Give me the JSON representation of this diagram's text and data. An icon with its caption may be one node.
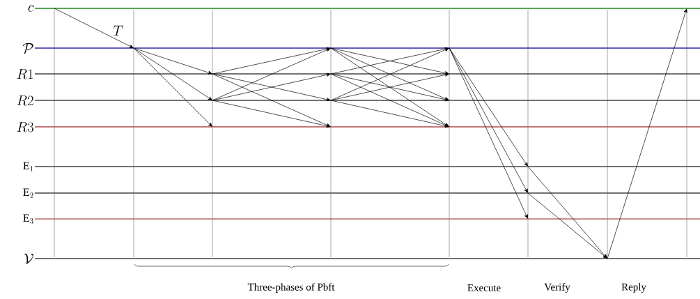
{
  "diagram": {
    "nodes": [
      {
        "text": [
          "c"
        ]
      },
      {
        "text": [
          "\\mathcal{P}"
        ]
      },
      {
        "text": [
          "R1"
        ]
      },
      {
        "text": [
          "R2"
        ]
      },
      {
        "text": [
          "R3"
        ]
      },
      {
        "text": [
          "\\mathrm{E}_1"
        ]
      },
      {
        "text": [
          "\\mathrm{E}_2"
        ]
      },
      {
        "text": [
          "\\mathrm{E}_3"
        ]
      },
      {
        "text": [
          "\\mathcal{V}"
        ]
      }
    ],
    "edges": [
      {
        "from": 0,
        "to": 1,
        "arrow": "to",
        "label": "T"
      },
      {
        "from": 1,
        "to": 2,
        "arrow": "to"
      },
      {
        "from": 1,
        "to": 3,
        "arrow": "to"
      },
      {
        "from": 1,
        "to": 4,
        "arrow": "to"
      },
      {
        "from": 2,
        "to": 1,
        "arrow": "to"
      },
      {
        "from": 2,
        "to": 3,
        "arrow": "to"
      },
      {
        "from": 2,
        "to": 4,
        "arrow": "to"
      },
      {
        "from": 3,
        "to": 1,
        "arrow": "to"
      },
      {
        "from": 3,
        "to": 2,
        "arrow": "to"
      },
      {
        "from": 3,
        "to": 4,
        "arrow": "to"
      },
      {
        "from": 1,
        "to": 2,
        "arrow": "to"
      },
      {
        "from": 1,
        "to": 3,
        "arrow": "to"
      },
      {
        "from": 1,
        "to": 4,
        "arrow": "to"
      },
      {
        "from": 2,
        "to": 1,
        "arrow": "to"
      },
      {
        "from": 2,
        "to": 3,
        "arrow": "to"
      },
      {
        "from": 2,
        "to": 4,
        "arrow": "to"
      },
      {
        "from": 3,
        "to": 1,
        "arrow": "to"
      },
      {
        "from": 3,
        "to": 2,
        "arrow": "to"
      },
      {
        "from": 3,
        "to": 4,
        "arrow": "to"
      },
      {
        "from": 1,
        "to": 5,
        "arrow": "to"
      },
      {
        "from": 1,
        "to": 6,
        "arrow": "to"
      },
      {
        "from": 1,
        "to": 7,
        "arrow": "to"
      },
      {
        "from": 5,
        "to": 8,
        "arrow": "to"
      },
      {
        "from": 6,
        "to": 8,
        "arrow": "to"
      },
      {
        "from": 8,
        "to": 0,
        "arrow": "to"
      }
    ],
    "labels": [
      "Three-phases of Pbft",
      "Execute",
      "Verify",
      "Reply"
    ]
  }
}
